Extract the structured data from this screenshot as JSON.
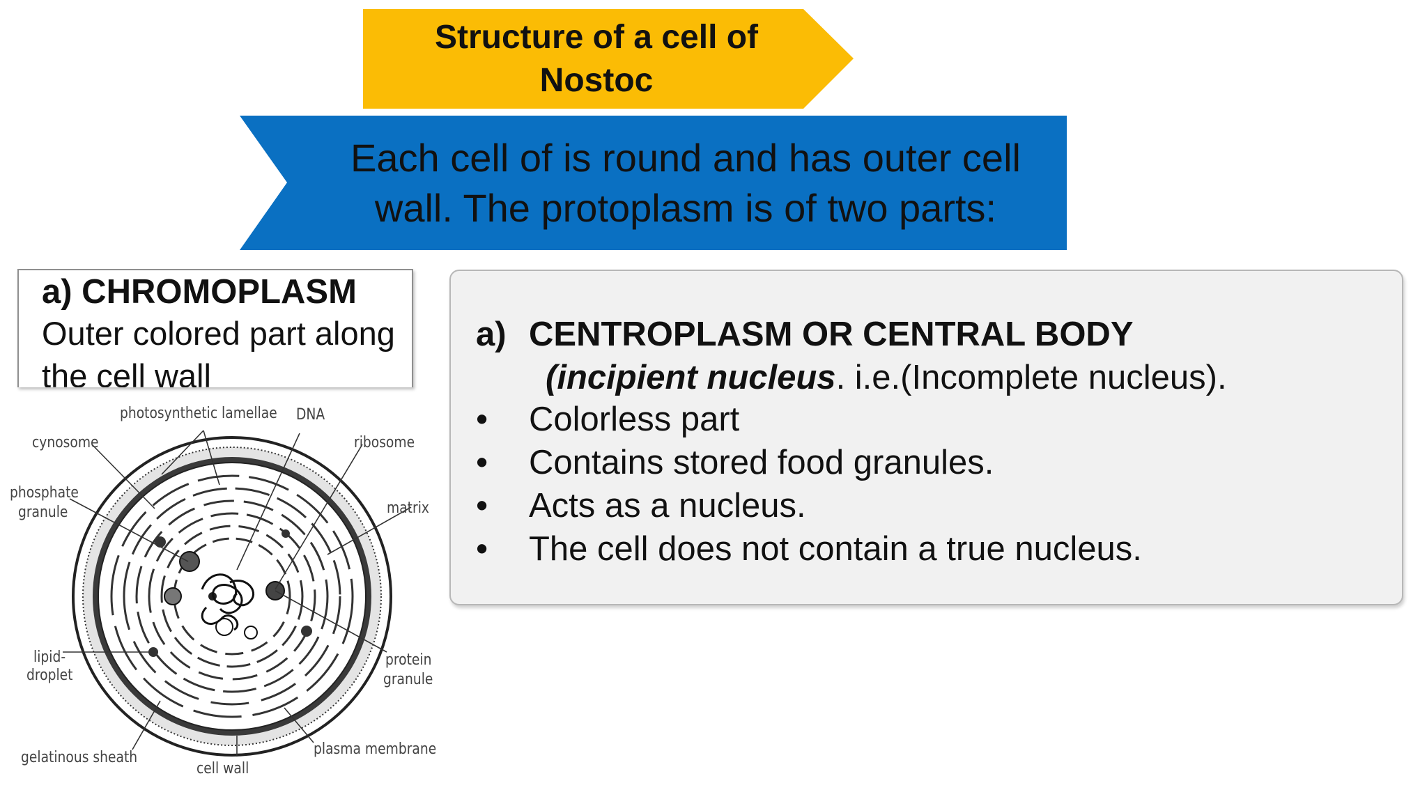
{
  "title": {
    "line1": "Structure of a cell of",
    "line2": "Nostoc",
    "fill": "#fbbc05"
  },
  "intro": {
    "line1": "Each cell of is round and has outer cell",
    "line2": "wall. The protoplasm is of two parts:",
    "fill": "#0a70c2"
  },
  "chromoplasm": {
    "heading": "a) CHROMOPLASM",
    "description": "Outer colored part along the cell wall"
  },
  "centroplasm": {
    "label": "a)",
    "heading": "CENTROPLASM OR CENTRAL BODY",
    "sub_open": "(",
    "sub_emphasis": "incipient nucleus",
    "sub_rest": ". i.e.(Incomplete nucleus).",
    "bullet": "•",
    "points": [
      "Colorless part",
      "Contains stored food granules.",
      "Acts as a nucleus.",
      "The cell does not contain a true nucleus."
    ]
  },
  "diagram": {
    "labels": {
      "photosynthetic_lamellae": "photosynthetic lamellae",
      "dna": "DNA",
      "cynosome": "cynosome",
      "ribosome": "ribosome",
      "phosphate": "phosphate",
      "granule": "granule",
      "matrix": "matrix",
      "lipid": "lipid-",
      "droplet": "droplet",
      "protein": "protein",
      "protein_granule": "granule",
      "gelatinous_sheath": "gelatinous sheath",
      "cell_wall": "cell wall",
      "plasma_membrane": "plasma membrane"
    }
  }
}
